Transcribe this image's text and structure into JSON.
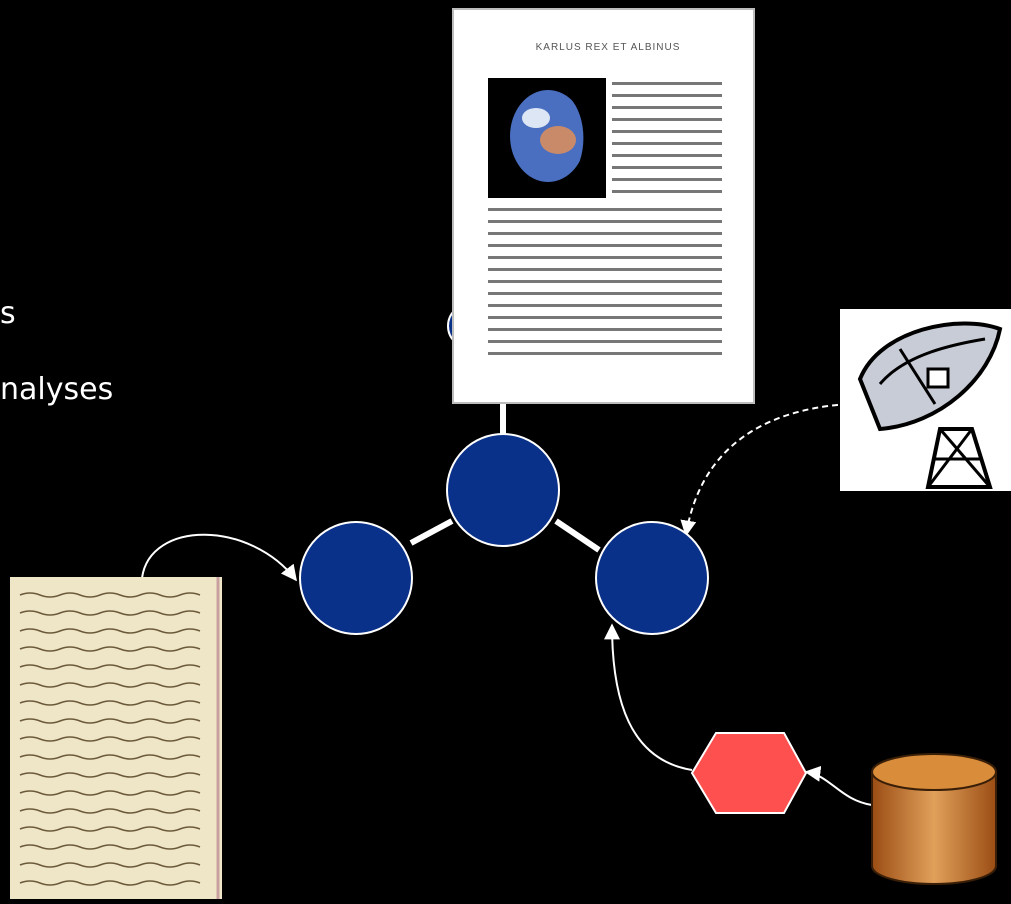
{
  "visible_text": {
    "line1": "s",
    "line2": "nalyses"
  },
  "document": {
    "title": "KARLUS REX ET ALBINUS"
  },
  "colors": {
    "node_fill": "#0a3189",
    "node_stroke": "#ffffff",
    "hexagon_fill": "#ff5050",
    "cylinder_fill": "#c8782a",
    "edge": "#ffffff",
    "background": "#000000"
  },
  "icons": {
    "document": "newspaper-page-icon",
    "earth": "earth-photo-icon",
    "dish": "satellite-dish-icon",
    "letter": "handwritten-letter-icon",
    "hexagon": "hexagon-process-icon",
    "cylinder": "database-cylinder-icon"
  }
}
